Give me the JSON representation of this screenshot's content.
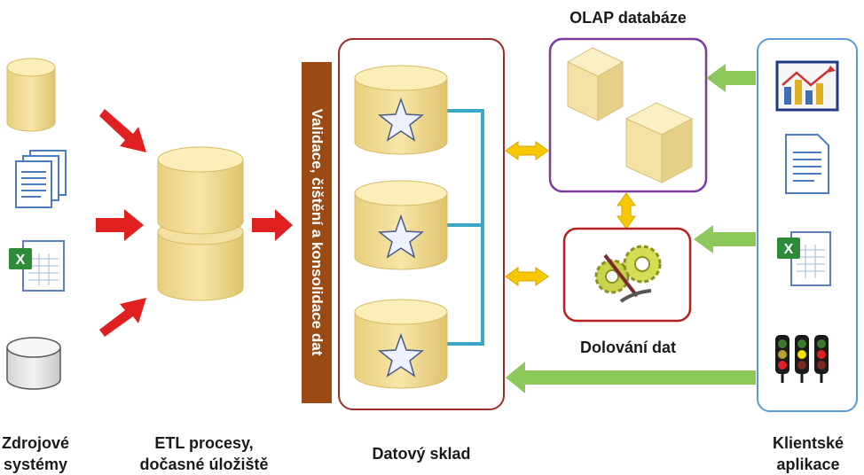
{
  "labels": {
    "sources_line1": "Zdrojové",
    "sources_line2": "systémy",
    "etl_line1": "ETL procesy,",
    "etl_line2": "dočasné úložiště",
    "warehouse": "Datový sklad",
    "clients_line1": "Klientské",
    "clients_line2": "aplikace",
    "olap": "OLAP databáze",
    "mining": "Dolování dat",
    "validation": "Validace, čištění a konsolidace dat"
  },
  "colors": {
    "cylinder_fill": "#f2dd9a",
    "cylinder_top": "#fbeeb9",
    "red_arrow": "#e02020",
    "yellow_arrow": "#f7c800",
    "green_arrow": "#8cc85a",
    "warehouse_border": "#9e2b2b",
    "olap_border": "#7a3aa0",
    "mining_border": "#b52020",
    "clients_border": "#5b9bd5",
    "connector": "#3aa6c8",
    "validation_bar": "#9a4a12"
  },
  "icons": {
    "sources": [
      "database-icon",
      "documents-icon",
      "excel-icon",
      "disk-icon"
    ],
    "clients": [
      "chart-report-icon",
      "document-icon",
      "excel-icon",
      "traffic-lights-icon"
    ]
  }
}
